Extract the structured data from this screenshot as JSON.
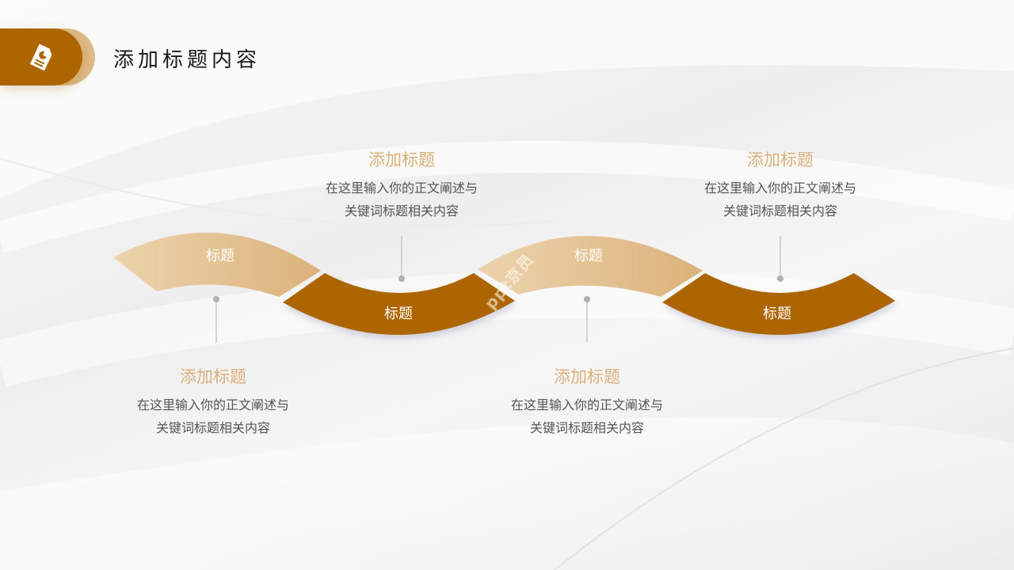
{
  "header": {
    "title": "添加标题内容",
    "icon": "document-chart-icon",
    "accent_color": "#ad6500",
    "accent_light": "#dfbc8a"
  },
  "diagram": {
    "segments": [
      {
        "label": "标题",
        "color": "#e3c293",
        "position": "upper"
      },
      {
        "label": "标题",
        "color": "#ad6500",
        "position": "lower"
      },
      {
        "label": "标题",
        "color": "#e3c293",
        "position": "upper"
      },
      {
        "label": "标题",
        "color": "#ad6500",
        "position": "lower"
      }
    ],
    "blocks": [
      {
        "title": "添加标题",
        "desc_line1": "在这里输入你的正文阐述与",
        "desc_line2": "关键词标题相关内容",
        "position": "below"
      },
      {
        "title": "添加标题",
        "desc_line1": "在这里输入你的正文阐述与",
        "desc_line2": "关键词标题相关内容",
        "position": "above"
      },
      {
        "title": "添加标题",
        "desc_line1": "在这里输入你的正文阐述与",
        "desc_line2": "关键词标题相关内容",
        "position": "below"
      },
      {
        "title": "添加标题",
        "desc_line1": "在这里输入你的正文阐述与",
        "desc_line2": "关键词标题相关内容",
        "position": "above"
      }
    ],
    "title_color": "#dcb07a",
    "text_color": "#555555"
  },
  "watermark": "ppt京员"
}
